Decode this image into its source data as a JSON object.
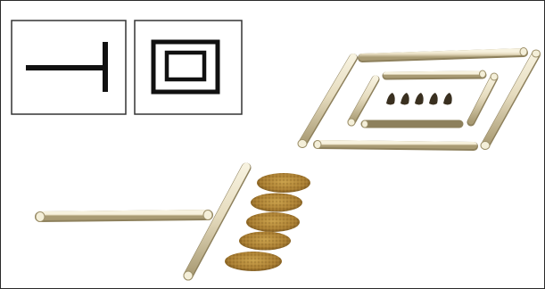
{
  "panels": [
    {
      "symbol": "one",
      "icon": "one-symbol-icon"
    },
    {
      "symbol": "box",
      "icon": "nested-rectangles-icon"
    }
  ],
  "scene": {
    "arrangements": [
      "stick-square-with-five-seeds",
      "crossed-sticks-with-five-cakes"
    ],
    "seed_count": 5,
    "cake_count": 5
  },
  "colors": {
    "ink": "#111111",
    "frame": "#2a2a2a",
    "stick_light": "#e9e2c8",
    "stick_shade": "#b9ad86",
    "stick_end": "#f4efd9",
    "cake_fill": "#b88c3c",
    "cake_dark": "#7a5a22",
    "seed": "#3a3020"
  }
}
